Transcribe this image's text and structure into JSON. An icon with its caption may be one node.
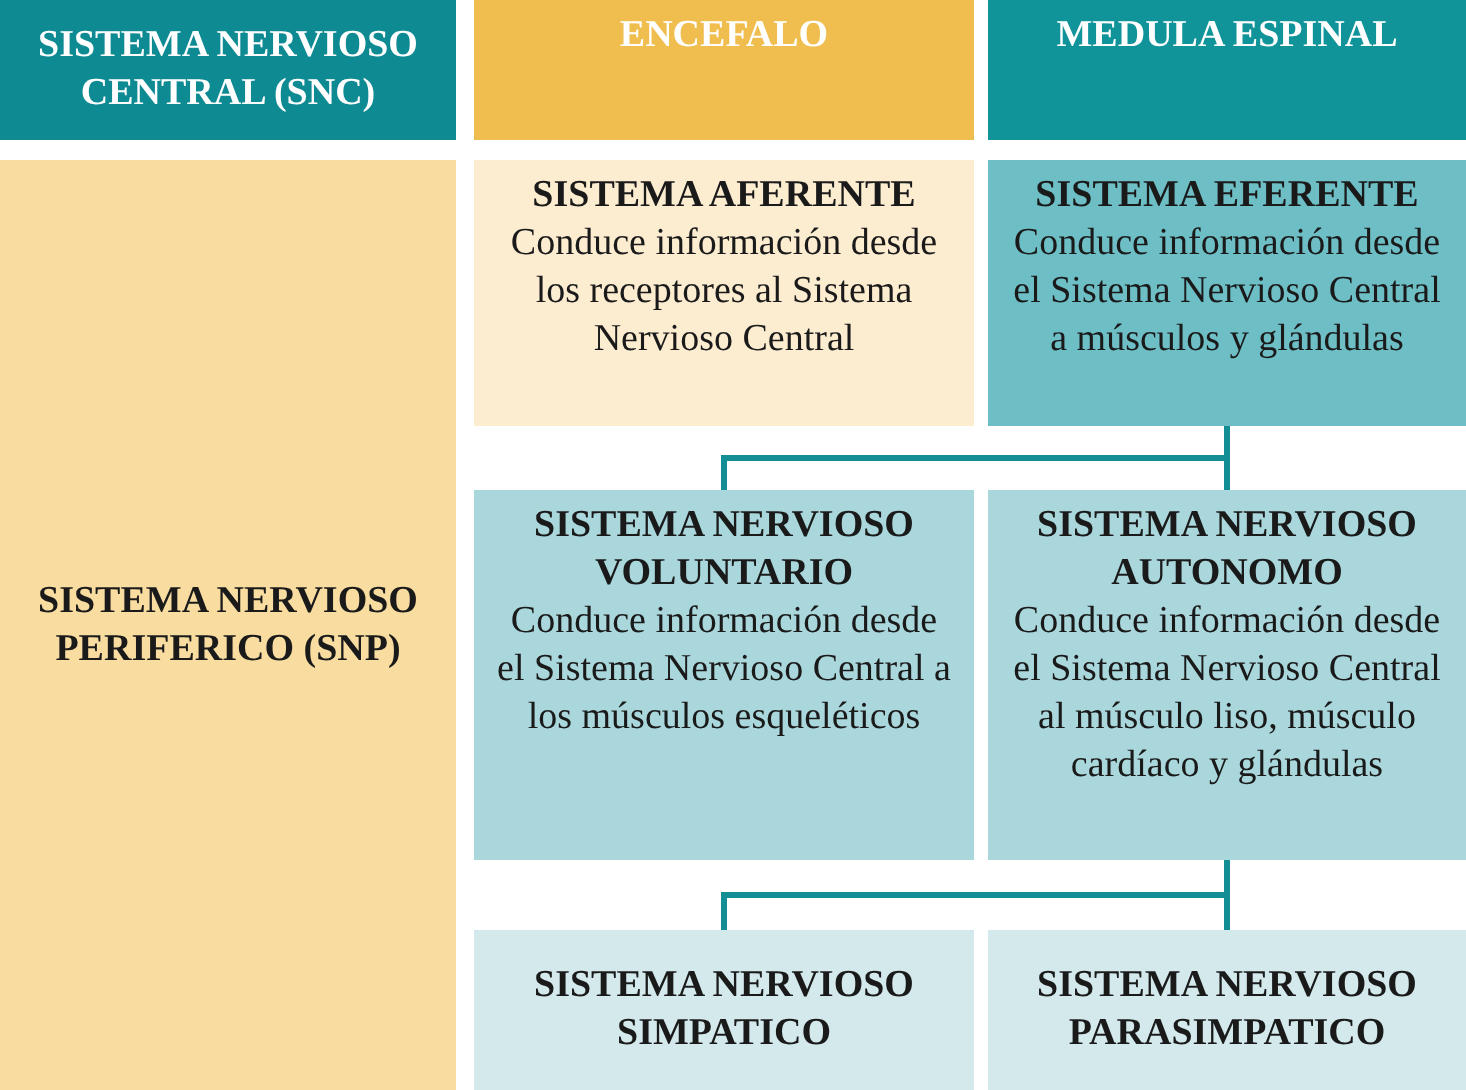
{
  "diagram": {
    "nodes": [
      {
        "text": [
          "SISTEMA NERVIOSO CENTRAL (SNC)"
        ]
      },
      {
        "text": [
          "ENCEFALO"
        ]
      },
      {
        "text": [
          "MEDULA ESPINAL"
        ]
      },
      {
        "text": [
          "SISTEMA NERVIOSO PERIFERICO (SNP)"
        ]
      },
      {
        "text": [
          "SISTEMA AFERENTE",
          "Conduce información desde los receptores al Sistema Nervioso Central"
        ]
      },
      {
        "text": [
          "SISTEMA EFERENTE",
          "Conduce información desde el Sistema Nervioso Central a músculos y glándulas"
        ]
      },
      {
        "text": [
          "SISTEMA NERVIOSO VOLUNTARIO",
          "Conduce información desde el Sistema Nervioso Central a los músculos esqueléticos"
        ]
      },
      {
        "text": [
          "SISTEMA NERVIOSO AUTONOMO",
          "Conduce información desde el Sistema Nervioso Central al músculo liso, músculo cardíaco y glándulas"
        ]
      },
      {
        "text": [
          "SISTEMA NERVIOSO SIMPATICO"
        ]
      },
      {
        "text": [
          "SISTEMA NERVIOSO PARASIMPATICO"
        ]
      }
    ],
    "edges": [
      {
        "from": 5,
        "to": 6,
        "arrow": "none"
      },
      {
        "from": 5,
        "to": 7,
        "arrow": "none"
      },
      {
        "from": 7,
        "to": 8,
        "arrow": "none"
      },
      {
        "from": 7,
        "to": 9,
        "arrow": "none"
      }
    ]
  }
}
